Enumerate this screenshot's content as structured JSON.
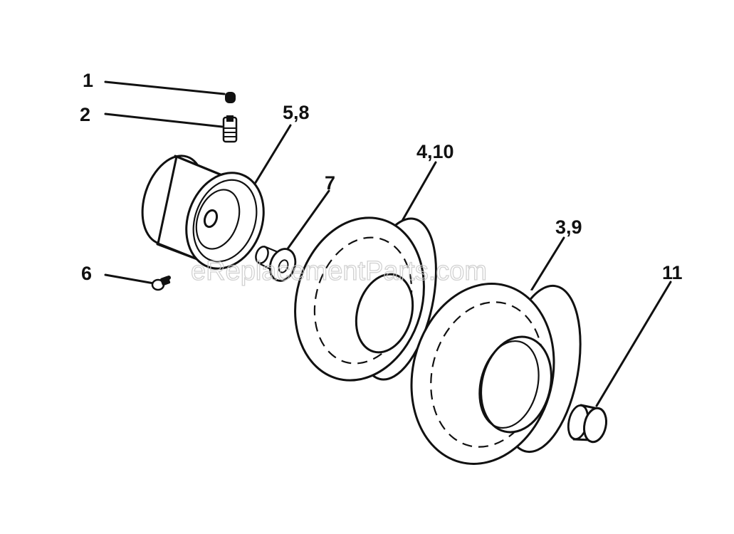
{
  "diagram": {
    "callouts": {
      "c1": "1",
      "c2": "2",
      "c58": "5,8",
      "c7": "7",
      "c410": "4,10",
      "c39": "3,9",
      "c6": "6",
      "c11": "11"
    },
    "watermark": "eReplacementParts.com"
  }
}
